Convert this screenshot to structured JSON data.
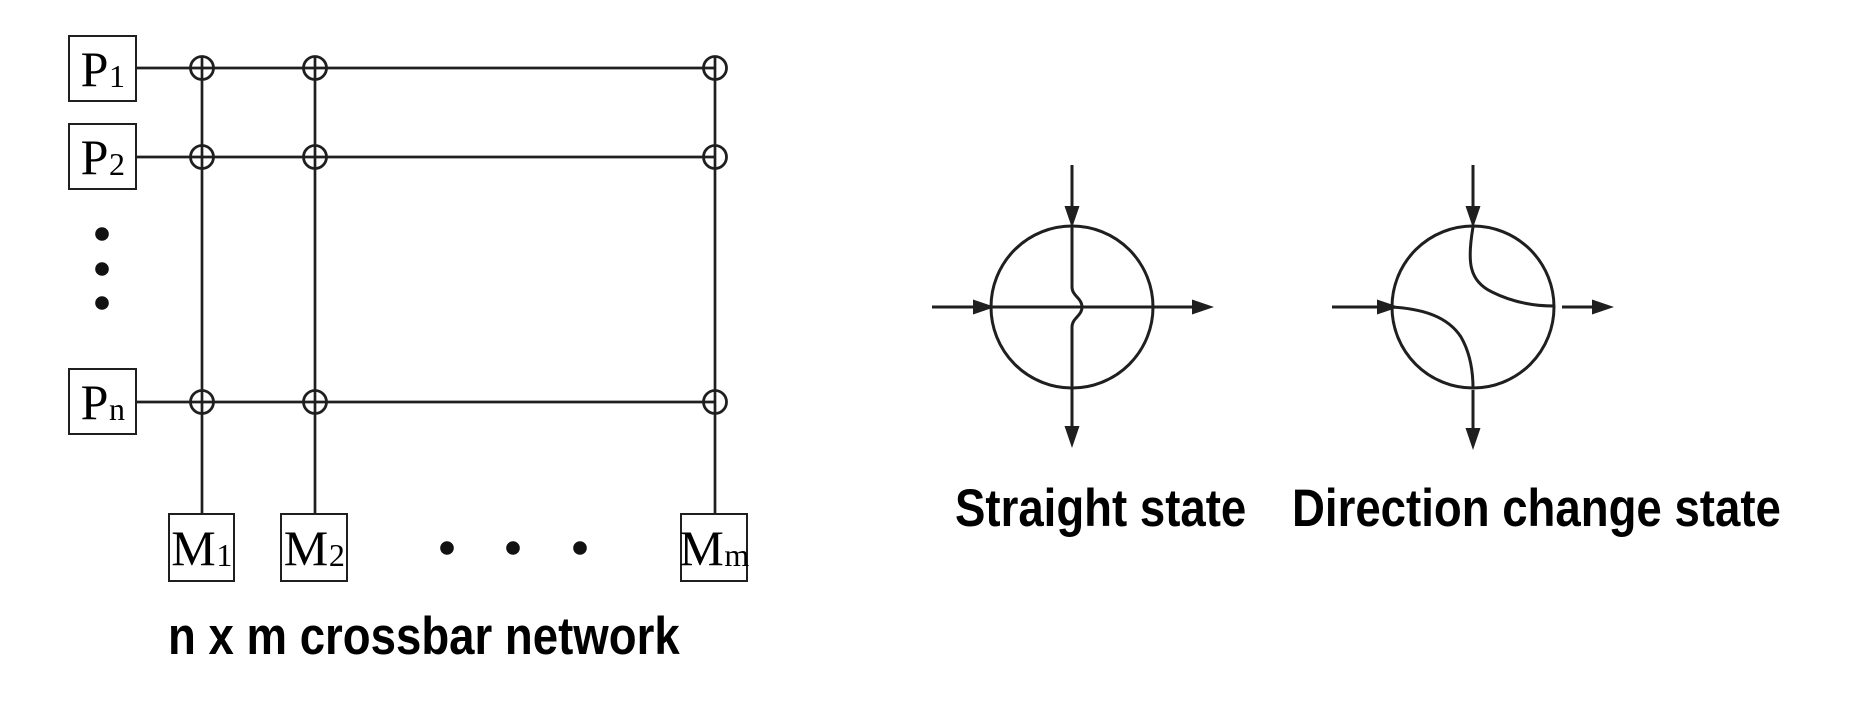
{
  "diagram": {
    "background": "#ffffff",
    "line_color": "#1f1f1f",
    "text_color": "#000000",
    "crossbar": {
      "caption": "n x m crossbar network",
      "processors": [
        {
          "base": "P",
          "sub": "1"
        },
        {
          "base": "P",
          "sub": "2"
        },
        {
          "base": "P",
          "sub": "n"
        }
      ],
      "memories": [
        {
          "base": "M",
          "sub": "1"
        },
        {
          "base": "M",
          "sub": "2"
        },
        {
          "base": "M",
          "sub": "m"
        }
      ]
    },
    "switches": [
      {
        "label": "Straight state"
      },
      {
        "label": "Direction change state"
      }
    ]
  }
}
